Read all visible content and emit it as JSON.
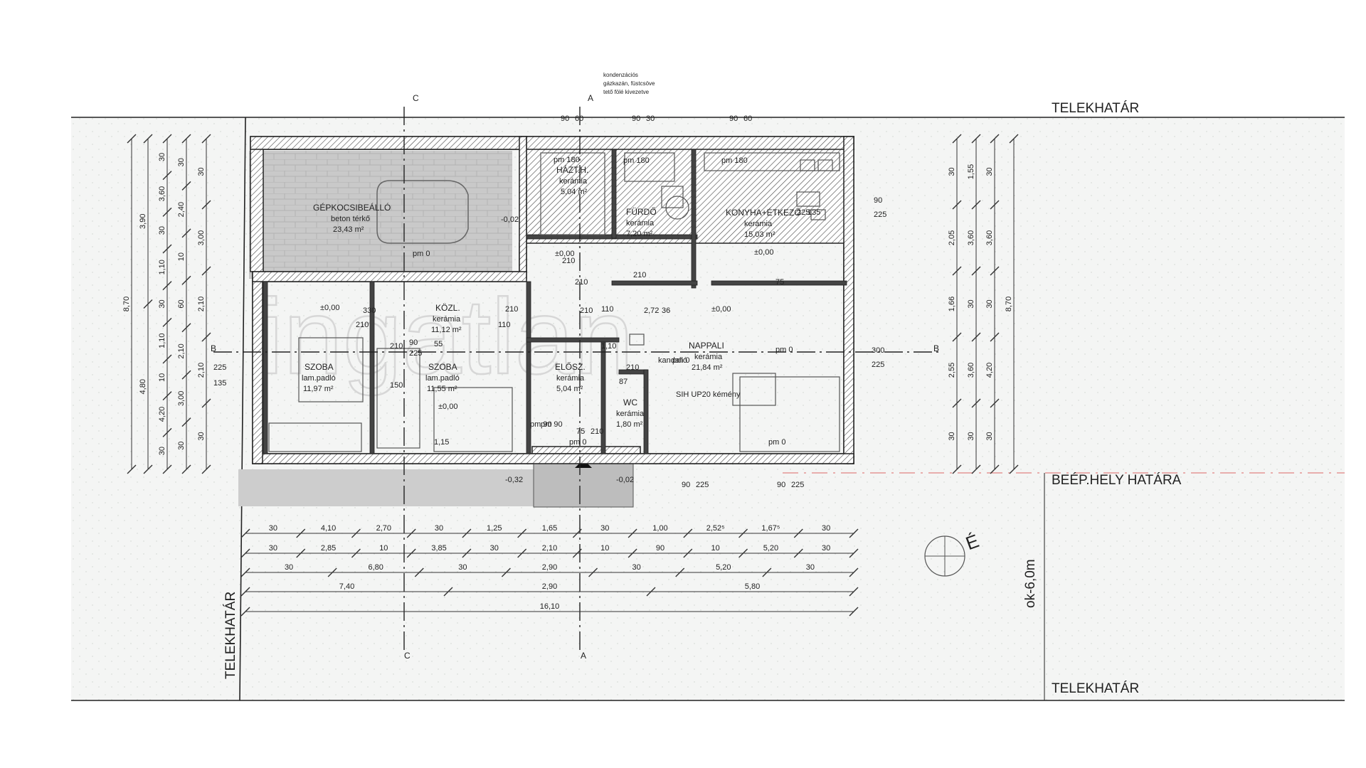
{
  "boundary_labels": {
    "top": "TELEKHATÁR",
    "bottom": "TELEKHATÁR",
    "left": "TELEKHATÁR",
    "building_line": "BEÉP.HELY HATÁRA",
    "setback": "ok-6,0m"
  },
  "watermark": "ingatlan",
  "note": [
    "kondenzációs",
    "gázkazán, füstcsöve",
    "tető fölé kivezetve"
  ],
  "rooms": {
    "garage": {
      "name": "GÉPKOCSIBEÁLLÓ",
      "finish": "beton térkő",
      "area": "23,43 m²"
    },
    "utility": {
      "name": "HÁZT.H.",
      "finish": "kerámia",
      "area": "5,04 m²",
      "pm": "pm 180"
    },
    "bath": {
      "name": "FÜRDŐ",
      "finish": "kerámia",
      "area": "7,20 m²",
      "pm": "pm 180"
    },
    "kitchen": {
      "name": "KONYHA+ÉTKEZŐ",
      "finish": "kerámia",
      "area": "15,03 m²",
      "pm": "pm 180"
    },
    "hall": {
      "name": "KÖZL.",
      "finish": "kerámia",
      "area": "11,12 m²"
    },
    "room1": {
      "name": "SZOBA",
      "finish": "lam.padló",
      "area": "11,97 m²"
    },
    "room2": {
      "name": "SZOBA",
      "finish": "lam.padló",
      "area": "11,55 m²"
    },
    "entry": {
      "name": "ELŐSZ.",
      "finish": "kerámia",
      "area": "5,04 m²"
    },
    "wc": {
      "name": "WC",
      "finish": "kerámia",
      "area": "1,80 m²"
    },
    "living": {
      "name": "NAPPALI",
      "finish": "kerámia",
      "area": "21,84 m²"
    }
  },
  "chimney": "SIH UP20 kémény",
  "level_labels": [
    "±0,00",
    "±0,00",
    "±0,00",
    "±0,00",
    "±0,00",
    "-0,02",
    "-0,32",
    "-0,02"
  ],
  "axis_letters": {
    "a": "A",
    "b": "B",
    "c": "C"
  },
  "left_dims": {
    "col1": [
      "8,70"
    ],
    "col2": [
      "3,90",
      "4,80"
    ],
    "col3": [
      "30",
      "3,60",
      "30",
      "1,10",
      "30",
      "1,10",
      "10",
      "4,20",
      "30"
    ],
    "col4": [
      "30",
      "2,40",
      "10",
      "60",
      "2,10",
      "3,00",
      "30"
    ],
    "col5": [
      "30",
      "3,00",
      "2,10",
      "2,10",
      "30"
    ]
  },
  "right_dims": {
    "col1": [
      "30",
      "2,05",
      "1,66",
      "2,55",
      "30"
    ],
    "col2": [
      "1,55",
      "3,60",
      "30",
      "3,60",
      "30"
    ],
    "col3": [
      "30",
      "3,60",
      "30",
      "4,20",
      "30"
    ],
    "col4": [
      "8,70"
    ]
  },
  "bottom_dims": {
    "row1": [
      "30",
      "4,10",
      "2,70",
      "30",
      "1,25",
      "1,65",
      "30",
      "1,00",
      "2,52⁵",
      "1,67⁵",
      "30"
    ],
    "row2": [
      "30",
      "2,85",
      "10",
      "3,85",
      "30",
      "2,10",
      "10",
      "90",
      "10",
      "5,20",
      "30"
    ],
    "row3": [
      "30",
      "6,80",
      "30",
      "2,90",
      "30",
      "5,20",
      "30"
    ],
    "row4": [
      "7,40",
      "2,90",
      "5,80"
    ],
    "row5": [
      "16,10"
    ]
  },
  "opening_dims": [
    "90",
    "60",
    "90",
    "30",
    "90",
    "60",
    "90",
    "225",
    "300",
    "225",
    "225",
    "135",
    "90",
    "225",
    "90",
    "225",
    "225",
    "135",
    "210",
    "210",
    "210",
    "75",
    "210",
    "330",
    "210",
    "55",
    "90",
    "210",
    "110",
    "210",
    "110",
    "2,72",
    "36",
    "1,10",
    "210",
    "87",
    "75",
    "210",
    "150",
    "225",
    "1,15",
    "pm 0",
    "pm 0",
    "pm 0",
    "pm 0",
    "pm 90",
    "pm 90",
    "pm 0",
    "kandalló"
  ]
}
